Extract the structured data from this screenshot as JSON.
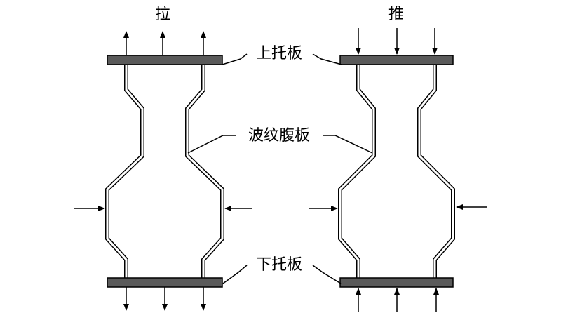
{
  "labels": {
    "pull": "拉",
    "push": "推",
    "upper_plate": "上托板",
    "corrugated_web": "波纹腹板",
    "lower_plate": "下托板"
  },
  "colors": {
    "plate": "#5a5a5a",
    "line": "#000000",
    "background": "#ffffff"
  }
}
